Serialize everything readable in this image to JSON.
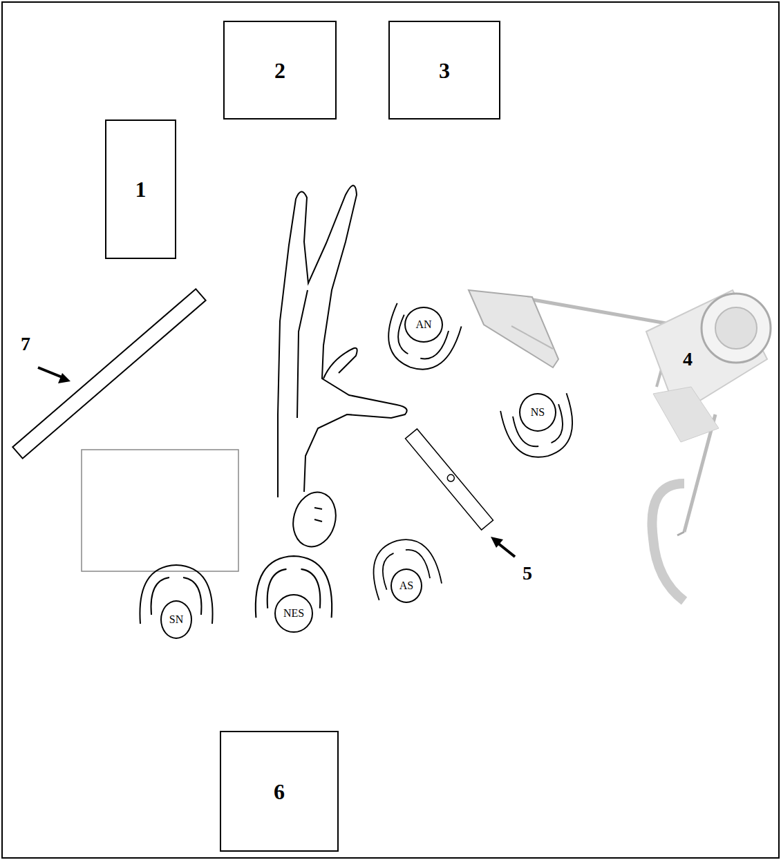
{
  "diagram": {
    "nodes": [
      {
        "text": [
          "2"
        ]
      },
      {
        "text": [
          "3"
        ]
      },
      {
        "text": [
          "1"
        ]
      },
      {
        "text": [
          "AN"
        ]
      },
      {
        "text": [
          "NS"
        ]
      },
      {
        "text": [
          "NES"
        ]
      },
      {
        "text": [
          "AS"
        ]
      },
      {
        "text": [
          "SN"
        ]
      },
      {
        "text": [
          "6"
        ]
      }
    ],
    "labels": [
      "7",
      "5",
      "4"
    ]
  }
}
